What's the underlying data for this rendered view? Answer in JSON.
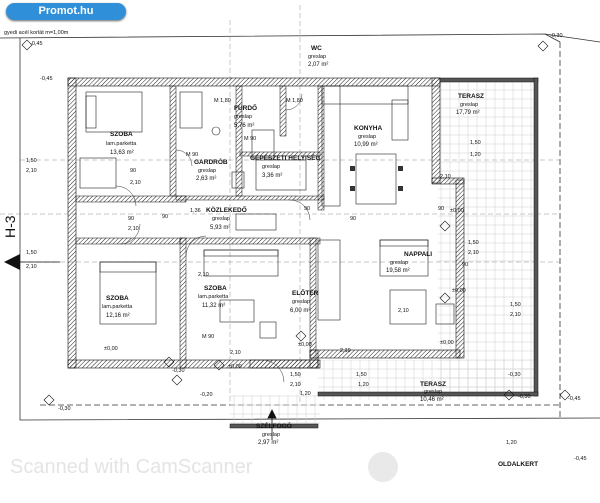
{
  "badge": {
    "text": "Promot.hu"
  },
  "scale_note": "gyedi acél korlát m=1,00m",
  "section_mark": "H-3",
  "garden_label": "OLDALKERT",
  "watermark": "Scanned with CamScanner",
  "rooms": {
    "szoba1": {
      "name": "SZOBA",
      "floor": "lam.parketta",
      "area": "13,63 m²"
    },
    "furdo": {
      "name": "FÜRDŐ",
      "floor": "greslap",
      "area": "5,76 m²"
    },
    "wc": {
      "name": "WC",
      "floor": "greslap",
      "area": "2,07 m²"
    },
    "konyha": {
      "name": "KONYHA",
      "floor": "greslap",
      "area": "10,99 m²"
    },
    "terasz_top": {
      "name": "TERASZ",
      "floor": "greslap",
      "area": "17,79 m²"
    },
    "gardrob": {
      "name": "GARDRÓB",
      "floor": "greslap",
      "area": "2,63 m²"
    },
    "gepeszeti": {
      "name": "GÉPÉSZETI HELYISÉG",
      "floor": "greslap",
      "area": "3,36 m²"
    },
    "kozlekedo": {
      "name": "KÖZLEKEDŐ",
      "floor": "greslap",
      "area": "5,93 m²"
    },
    "szoba2": {
      "name": "SZOBA",
      "floor": "lam.parketta",
      "area": "12,16 m²"
    },
    "szoba3": {
      "name": "SZOBA",
      "floor": "lam.parketta",
      "area": "11,32 m²"
    },
    "eloter": {
      "name": "ELŐTÉR",
      "floor": "greslap",
      "area": "6,00 m²"
    },
    "nappali": {
      "name": "NAPPALI",
      "floor": "greslap",
      "area": "19,58 m²"
    },
    "terasz_bottom": {
      "name": "TERASZ",
      "floor": "greslap",
      "area": "10,46 m²"
    },
    "szelfogo": {
      "name": "SZÉLFOGÓ",
      "floor": "greslap",
      "area": "2,97 m²"
    }
  },
  "dims": {
    "d_n045a": "-0,45",
    "d_n045b": "-0,45",
    "d_n030a": "-0,30",
    "d_n030b": "-0,30",
    "d_n030c": "-0,30",
    "d_n030d": "-0,30",
    "d_n030e": "-0,30",
    "d_n045c": "-0,45",
    "d_n045d": "-0,45",
    "d_m180a": "M 1,80",
    "d_m180b": "M 1,80",
    "d_m90a": "M 90",
    "d_m90b": "M 90",
    "d_m90c": "M 90",
    "d_150a": "1,50",
    "d_210a": "2,10",
    "d_150b": "1,50",
    "d_210b": "2,10",
    "d_150c": "1,50",
    "d_150d": "1,50",
    "d_210c": "2,10",
    "d_150e": "1,50",
    "d_120a": "1,20",
    "d_150f": "1,50",
    "d_210d": "2,10",
    "d_120b": "1,20",
    "d_120c": "1,20",
    "d_90a": "90",
    "d_210e": "2,10",
    "d_90b": "90",
    "d_210f": "2,10",
    "d_90c": "90",
    "d_90d": "90",
    "d_90e": "90",
    "d_90f": "90",
    "d_90g": "90",
    "d_210g": "2,10",
    "d_210h": "2,10",
    "d_210i": "2,10",
    "d_210j": "2,10",
    "d_000a": "±0,00",
    "d_000b": "±0,00",
    "d_000c": "±0,00",
    "d_000d": "±0,00",
    "d_000e": "±0,00",
    "d_000f": "±0,00",
    "d_n020": "-0,20",
    "d_136": "1,36",
    "d_210k": "2,10",
    "d_150g": "1,50",
    "d_210l": "2,10",
    "d_120d": "1,20"
  }
}
